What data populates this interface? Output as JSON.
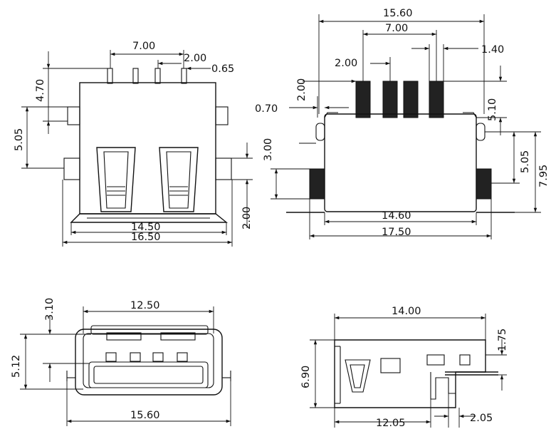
{
  "views": {
    "front": {
      "pin_span": "7.00",
      "pin_pitch": "2.00",
      "pin_width": "0.65",
      "pin_height": "4.70",
      "tab_height": "5.05",
      "base_height": "2.00",
      "inner_width": "14.50",
      "overall_width": "16.50"
    },
    "top": {
      "overall_width": "15.60",
      "pin_span": "7.00",
      "pad_pitch": "2.00",
      "pad_width": "1.40",
      "pad_offset": "2.00",
      "edge_gap": "0.70",
      "pad_length": "5.10",
      "tab_height": "3.00",
      "tab_offset": "5.05",
      "tab_span": "7.95",
      "body_width": "14.60",
      "footprint_width": "17.50"
    },
    "port": {
      "inner_width": "12.50",
      "top_depth": "3.10",
      "opening_height": "5.12",
      "overall_width": "15.60"
    },
    "side": {
      "length": "14.00",
      "height": "6.90",
      "lead_height": "1.75",
      "lead_position": "12.05",
      "lead_length": "2.05"
    }
  }
}
